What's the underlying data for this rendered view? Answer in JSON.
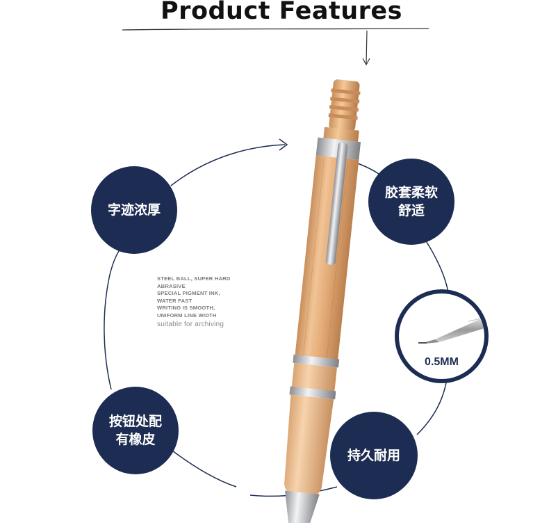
{
  "title": "Product Features",
  "features": {
    "top_left": [
      "字迹浓厚"
    ],
    "top_right": [
      "胶套柔软",
      "舒适"
    ],
    "bottom_left": [
      "按钮处配",
      "有橡皮"
    ],
    "bottom_right": [
      "持久耐用"
    ]
  },
  "lead_size": "0.5MM",
  "description": {
    "line1": "STEEL BALL, SUPER HARD",
    "line2": "ABRASIVE",
    "line3": "SPECIAL PIGMENT INK,",
    "line4": "WATER FAST",
    "line5": "WRITING IS SMOOTH,",
    "line6": "UNIFORM LINE WIDTH",
    "line7": "suitable for archiving"
  },
  "colors": {
    "badge": "#1d2c52",
    "pen_body": "#e6b081",
    "pen_grip": "#f0c59a",
    "metal": "#c7c9cc"
  }
}
